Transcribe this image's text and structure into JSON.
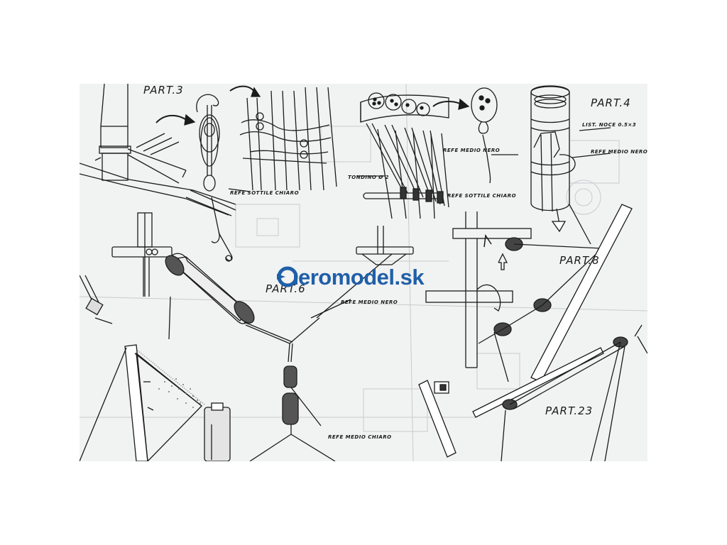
{
  "logo": {
    "text": "eromodel.sk",
    "brand_color": "#1f5fa8"
  },
  "diagram": {
    "part_labels": [
      "PART.3",
      "PART.4",
      "PART.6",
      "PART.8",
      "PART.23"
    ],
    "annotations": {
      "refe_sottile_chiaro_1": "REFE SOTTILE CHIARO",
      "refe_medio_nero_1": "REFE MEDIO NERO",
      "list_noce": "LIST. NOCE 0.5×3",
      "refe_medio_nero_2": "REFE MEDIO NERO",
      "tondino": "TONDINO Ø 2",
      "refe_sottile_chiaro_2": "REFE SOTTILE CHIARO",
      "refe_medio_nero_3": "REFE MEDIO NERO",
      "refe_medio_chiaro": "REFE MEDIO CHIARO"
    }
  }
}
